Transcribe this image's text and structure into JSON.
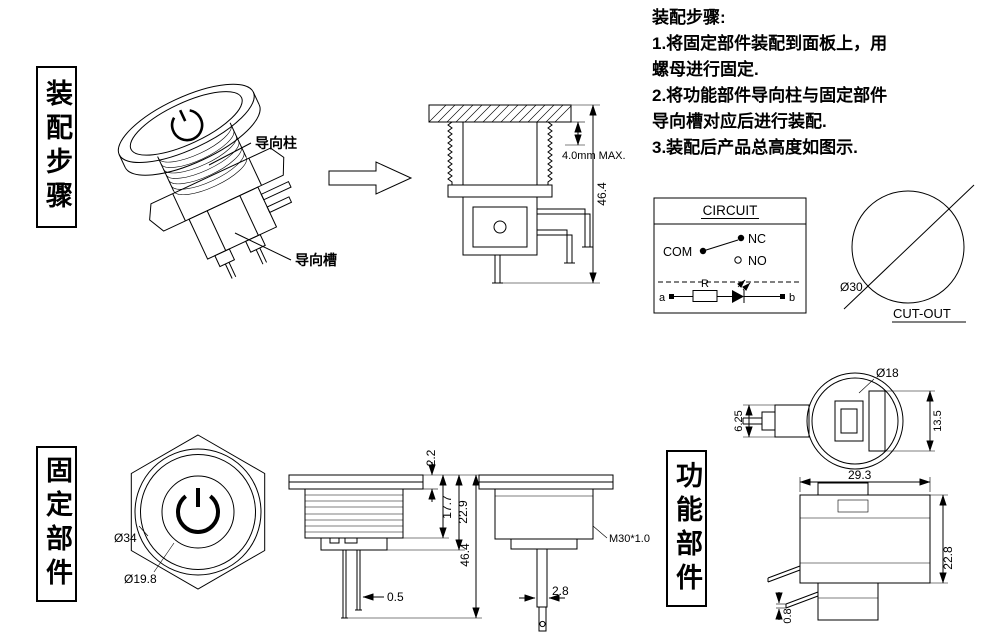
{
  "section_labels": {
    "assembly_steps": "装配步骤",
    "fixed_parts": "固定部件",
    "functional_parts": "功能部件"
  },
  "instructions": {
    "title": "装配步骤:",
    "lines": [
      "1.将固定部件装配到面板上，用",
      "螺母进行固定.",
      "2.将功能部件导向柱与固定部件",
      "导向槽对应后进行装配.",
      "3.装配后产品总高度如图示."
    ]
  },
  "assembly_view": {
    "guide_post_label": "导向柱",
    "guide_slot_label": "导向槽",
    "panel_thickness_max": "4.0mm MAX.",
    "total_height": "46.4"
  },
  "circuit": {
    "title": "CIRCUIT",
    "nc": "NC",
    "com": "COM",
    "no": "NO",
    "terminal_a": "a",
    "resistor": "R",
    "terminal_b": "b"
  },
  "cutout": {
    "diameter": "Ø30",
    "label": "CUT-OUT"
  },
  "fixed_part": {
    "outer_diameter": "Ø34",
    "led_ring_diameter": "Ø19.8",
    "cap_height": "2.2",
    "thread_length": "17.7",
    "body_depth": "22.9",
    "total_height": "46.4",
    "pin_width": "0.5",
    "stem_width": "2.8",
    "thread_spec": "M30*1.0"
  },
  "functional_part": {
    "diameter": "Ø18",
    "boss_height": "6.25",
    "slot_height": "13.5",
    "body_width": "29.3",
    "body_height": "22.8",
    "pin_thickness": "0.8"
  }
}
